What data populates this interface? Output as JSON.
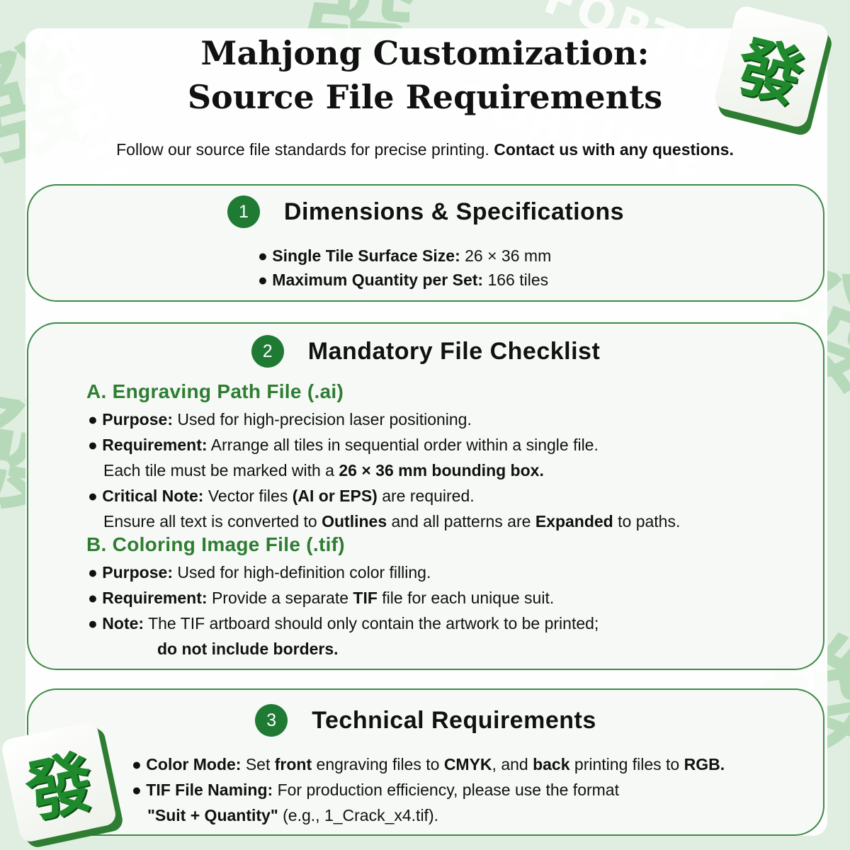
{
  "header": {
    "title_line1": "Mahjong Customization:",
    "title_line2": "Source File Requirements",
    "subtitle_plain": "Follow our source file standards for precise printing.",
    "subtitle_bold": "Contact us with any questions."
  },
  "decor": {
    "tile_glyph": "發",
    "watermark_word": "FORTUNE",
    "accent_color": "#2e7d32"
  },
  "sections": [
    {
      "number": "1",
      "title": "Dimensions & Specifications",
      "items": [
        {
          "label": "Single Tile Surface Size:",
          "text": "26 × 36 mm"
        },
        {
          "label": "Maximum Quantity per Set:",
          "text": "166 tiles"
        }
      ]
    },
    {
      "number": "2",
      "title": "Mandatory File Checklist",
      "groups": [
        {
          "heading": "A. Engraving Path File (.ai)",
          "purpose_label": "Purpose:",
          "purpose_text": "Used for high-precision laser positioning.",
          "req_label": "Requirement:",
          "req_text": "Arrange all tiles in sequential order within a single file.",
          "req_cont_plain": "Each tile must be marked with a",
          "req_cont_bold": "26 × 36 mm bounding box.",
          "note_label": "Critical Note:",
          "note_text1": "Vector files",
          "note_bold1": "(AI or EPS)",
          "note_text2": "are required.",
          "note_cont_1": "Ensure all text is converted to",
          "note_cont_b1": "Outlines",
          "note_cont_2": "and all patterns are",
          "note_cont_b2": "Expanded",
          "note_cont_3": "to paths."
        },
        {
          "heading": "B. Coloring Image File (.tif)",
          "purpose_label": "Purpose:",
          "purpose_text": "Used for high-definition color filling.",
          "req_label": "Requirement:",
          "req_text1": "Provide a separate",
          "req_bold": "TIF",
          "req_text2": "file for each unique suit.",
          "note_label": "Note:",
          "note_text": "The TIF artboard should only contain the artwork to be printed;",
          "note_cont_bold": "do not include borders."
        }
      ]
    },
    {
      "number": "3",
      "title": "Technical Requirements",
      "color_label": "Color Mode:",
      "color_t1": "Set",
      "color_b1": "front",
      "color_t2": "engraving files to",
      "color_b2": "CMYK",
      "color_t3": ", and",
      "color_b3": "back",
      "color_t4": "printing files to",
      "color_b4": "RGB.",
      "naming_label": "TIF File Naming:",
      "naming_text": "For production efficiency, please use the format",
      "naming_bold": "\"Suit + Quantity\"",
      "naming_example": "(e.g., 1_Crack_x4.tif)."
    }
  ]
}
